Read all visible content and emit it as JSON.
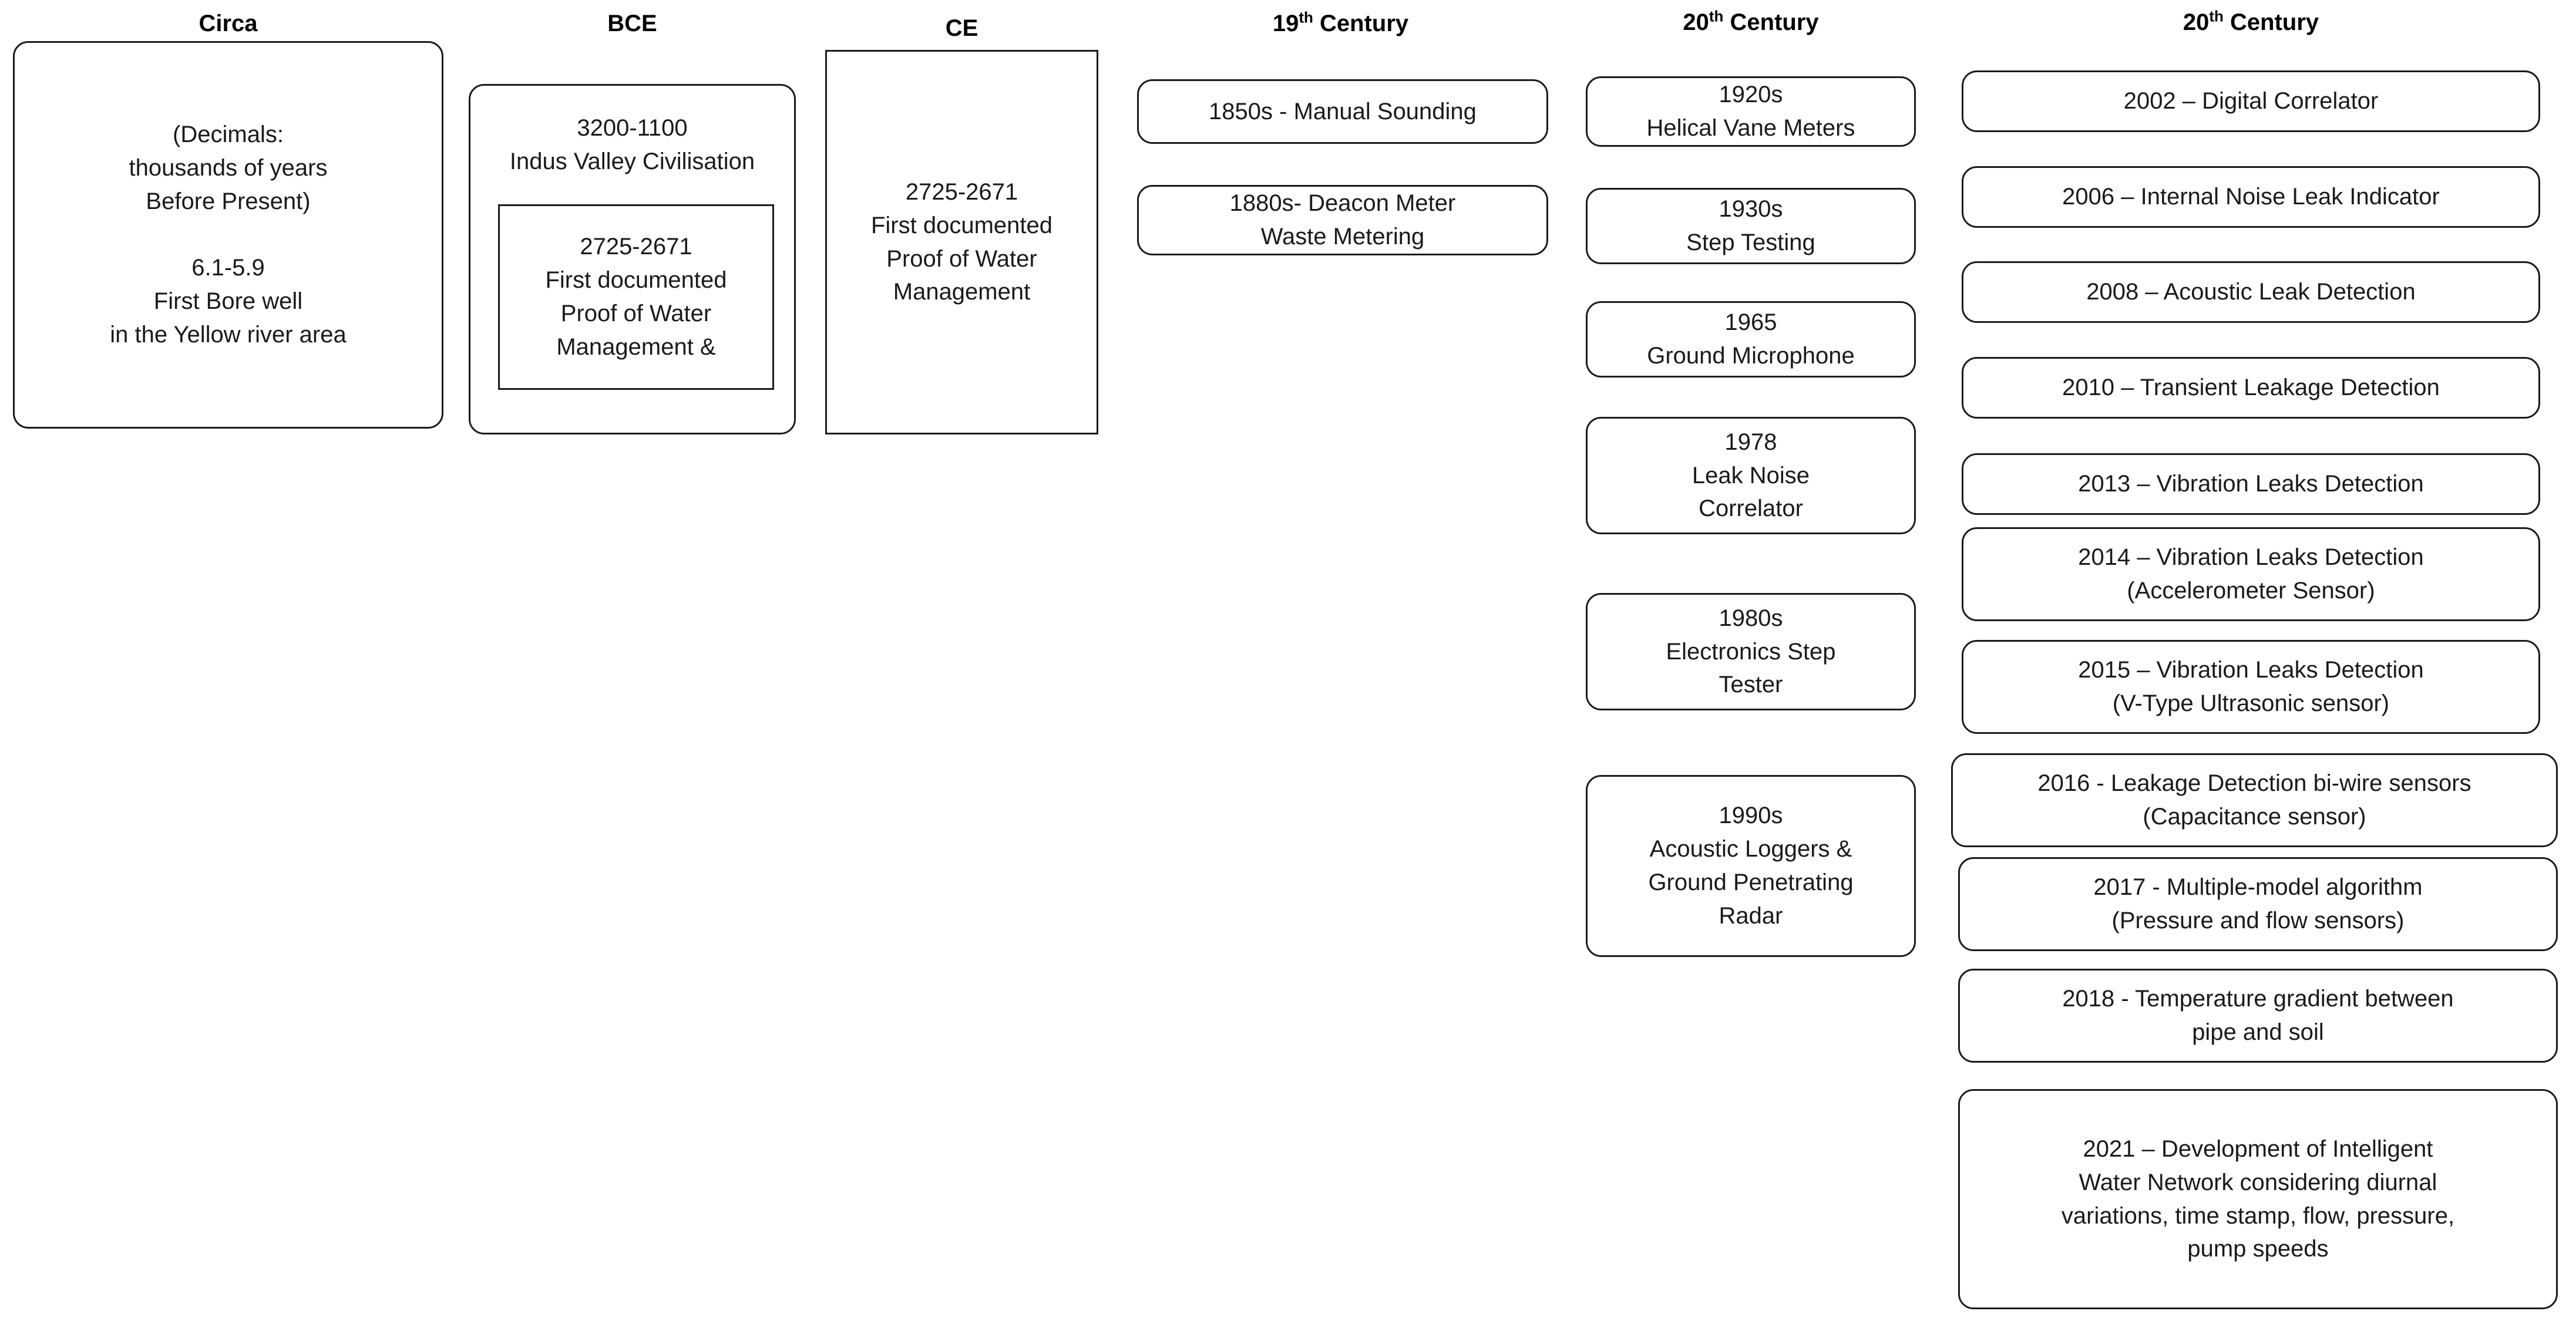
{
  "diagram": {
    "title": "Timeline of water management and leak detection technology",
    "background_color": "#ffffff",
    "border_color": "#1a1a1a",
    "text_color": "#1a1a1a"
  },
  "columns": [
    {
      "id": "circa",
      "header": "Circa",
      "header_sup": "",
      "nodes": [
        {
          "id": "circa-1",
          "text": "(Decimals:\nthousands of years\nBefore Present)\n\n6.1-5.9\nFirst Bore well\nin the Yellow river area"
        }
      ]
    },
    {
      "id": "bce",
      "header": "BCE",
      "header_sup": "",
      "nodes": [
        {
          "id": "bce-1",
          "text": "3200-1100\nIndus Valley Civilisation",
          "inner": {
            "id": "bce-1-inner",
            "text": "2725-2671\nFirst documented\nProof of Water\nManagement &"
          }
        }
      ]
    },
    {
      "id": "ce",
      "header": "CE",
      "header_sup": "",
      "nodes": [
        {
          "id": "ce-1",
          "text": "2725-2671\nFirst documented\nProof of Water\nManagement"
        }
      ]
    },
    {
      "id": "c19",
      "header": "19",
      "header_sup": "th",
      "header_rest": " Century",
      "nodes": [
        {
          "id": "c19-1",
          "text": "1850s - Manual Sounding"
        },
        {
          "id": "c19-2",
          "text": "1880s- Deacon Meter\nWaste Metering"
        }
      ]
    },
    {
      "id": "c20a",
      "header": "20",
      "header_sup": "th",
      "header_rest": " Century",
      "nodes": [
        {
          "id": "c20a-1",
          "text": "1920s\nHelical Vane Meters"
        },
        {
          "id": "c20a-2",
          "text": "1930s\nStep Testing"
        },
        {
          "id": "c20a-3",
          "text": "1965\nGround Microphone"
        },
        {
          "id": "c20a-4",
          "text": "1978\nLeak Noise\nCorrelator"
        },
        {
          "id": "c20a-5",
          "text": "1980s\nElectronics Step\nTester"
        },
        {
          "id": "c20a-6",
          "text": "1990s\nAcoustic Loggers &\nGround Penetrating\nRadar"
        }
      ]
    },
    {
      "id": "c20b",
      "header": "20",
      "header_sup": "th",
      "header_rest": " Century",
      "nodes": [
        {
          "id": "c20b-1",
          "text": "2002 – Digital Correlator"
        },
        {
          "id": "c20b-2",
          "text": "2006 – Internal Noise Leak Indicator"
        },
        {
          "id": "c20b-3",
          "text": "2008 – Acoustic Leak Detection"
        },
        {
          "id": "c20b-4",
          "text": "2010 – Transient Leakage Detection"
        },
        {
          "id": "c20b-5",
          "text": "2013 – Vibration Leaks Detection"
        },
        {
          "id": "c20b-6",
          "text": "2014 – Vibration Leaks Detection\n(Accelerometer Sensor)"
        },
        {
          "id": "c20b-7",
          "text": "2015 – Vibration Leaks Detection\n(V-Type Ultrasonic sensor)"
        },
        {
          "id": "c20b-8",
          "text": "2016 - Leakage Detection bi-wire sensors\n(Capacitance sensor)"
        },
        {
          "id": "c20b-9",
          "text": "2017 - Multiple-model algorithm\n(Pressure and flow sensors)"
        },
        {
          "id": "c20b-10",
          "text": "2018 - Temperature gradient between\npipe and soil"
        },
        {
          "id": "c20b-11",
          "text": "2021 – Development of Intelligent\nWater Network considering diurnal\nvariations, time stamp, flow, pressure,\npump speeds"
        }
      ]
    }
  ]
}
